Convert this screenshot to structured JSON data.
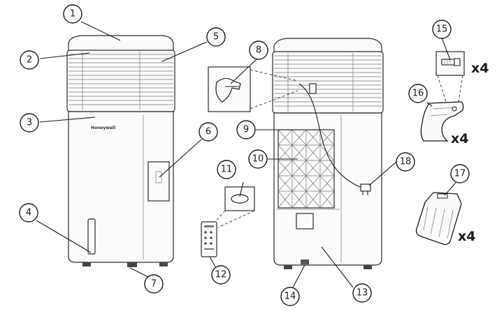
{
  "callouts": [
    "1",
    "2",
    "3",
    "4",
    "5",
    "6",
    "7",
    "8",
    "9",
    "10",
    "11",
    "12",
    "13",
    "14",
    "15",
    "16",
    "17",
    "18"
  ],
  "quantities": {
    "screw": "x4",
    "bracket": "x4",
    "pad": "x4"
  },
  "brand_label": "Honeywell",
  "colors": {
    "line": "#1a1a1a",
    "fill": "#ffffff",
    "body": "#fbfbfb"
  }
}
